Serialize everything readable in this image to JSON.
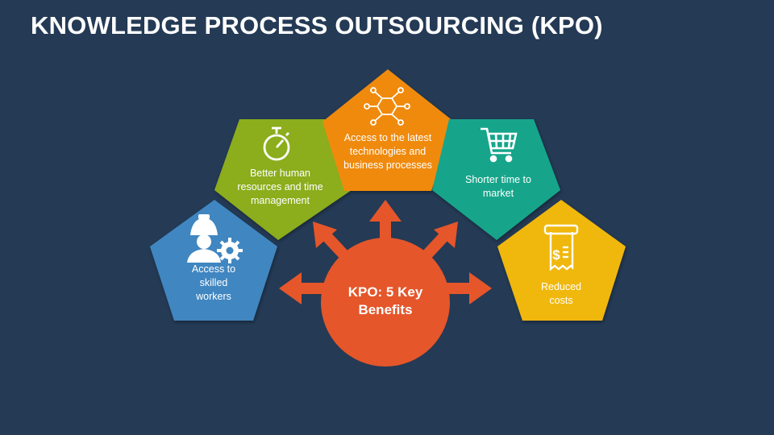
{
  "title": "KNOWLEDGE PROCESS OUTSOURCING (KPO)",
  "center": {
    "label": "KPO: 5 Key Benefits",
    "color": "#e5562a"
  },
  "benefits": [
    {
      "label": "Access to skilled workers",
      "icon": "worker-gear-icon",
      "color": "#3f86c1"
    },
    {
      "label": "Better human resources and time management",
      "icon": "stopwatch-icon",
      "color": "#8cad1f"
    },
    {
      "label": "Access to the latest technologies and business processes",
      "icon": "network-icon",
      "color": "#f08a10"
    },
    {
      "label": "Shorter time to market",
      "icon": "shopping-cart-icon",
      "color": "#17a58a"
    },
    {
      "label": "Reduced costs",
      "icon": "receipt-dollar-icon",
      "color": "#f0b80f"
    }
  ]
}
